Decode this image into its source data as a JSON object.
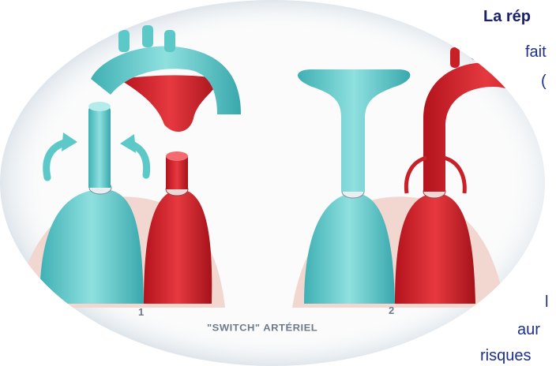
{
  "text_lines": {
    "heading": "La rép",
    "line2": "fait",
    "line3": "(",
    "line4": "l",
    "line5": "aur",
    "line6": "risques"
  },
  "figure": {
    "caption": "\"SWITCH\" ARTÉRIEL",
    "label_step1": "1",
    "label_step2": "2"
  },
  "colors": {
    "aorta_red": "#d9262e",
    "pulmonary_teal": "#6fcfd0",
    "text_blue": "#1d2f8c"
  }
}
